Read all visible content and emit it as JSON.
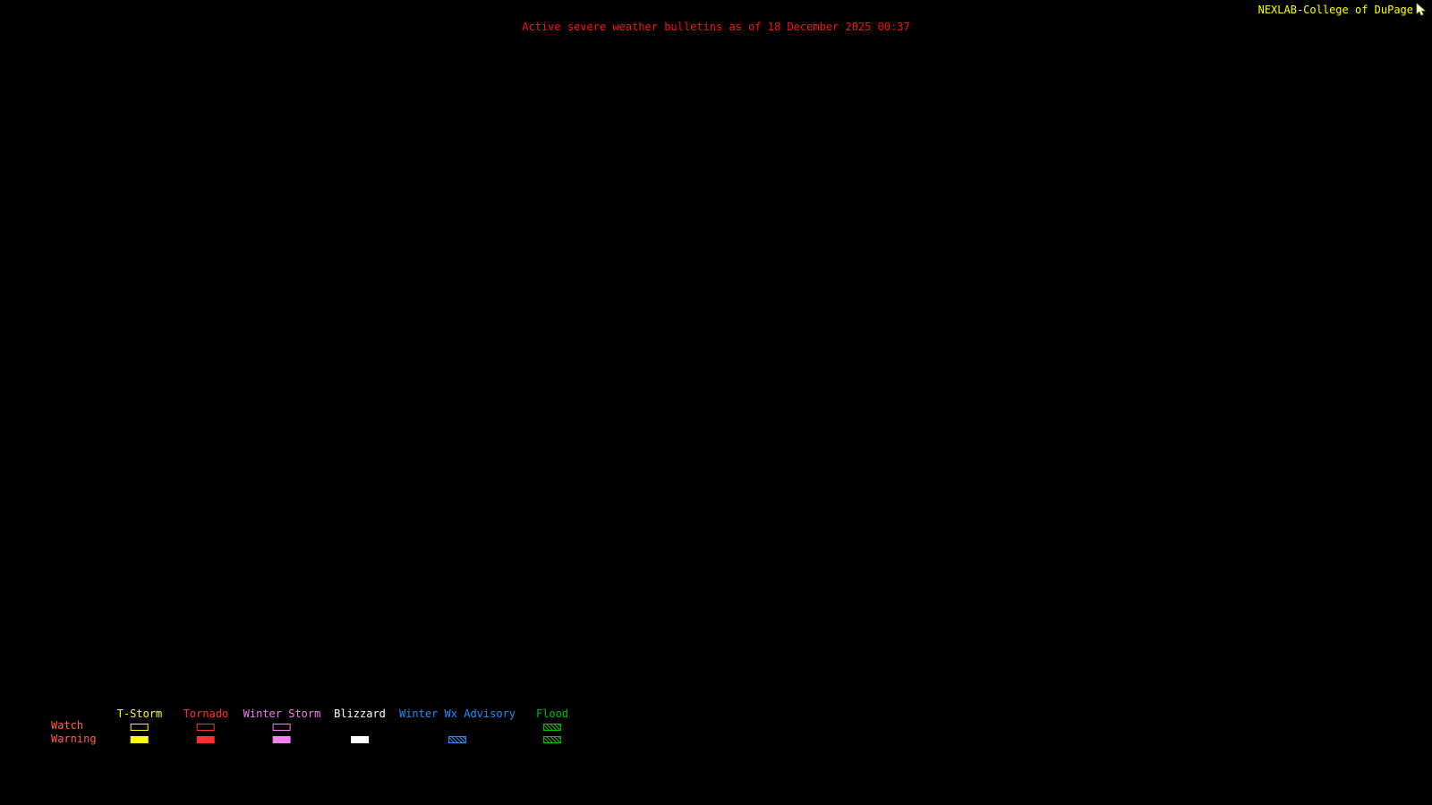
{
  "header": {
    "brand": "NEXLAB-College of DuPage",
    "brand_color": "#ffff00",
    "cursor_icon": "mouse-cursor"
  },
  "title": {
    "text": "Active severe weather bulletins as of 18 December 2025 00:37",
    "color": "#ff1111"
  },
  "legend": {
    "row_labels": {
      "watch": "Watch",
      "warning": "Warning",
      "color": "#ff6347"
    },
    "items": [
      {
        "label": "T-Storm",
        "color": "#ffff00",
        "watch": "outline",
        "warning": "fill"
      },
      {
        "label": "Tornado",
        "color": "#ff3030",
        "watch": "outline",
        "warning": "fill"
      },
      {
        "label": "Winter Storm",
        "color": "#ee82ee",
        "watch": "outline",
        "warning": "fill"
      },
      {
        "label": "Blizzard",
        "color": "#ffffff",
        "watch": "none",
        "warning": "fill"
      },
      {
        "label": "Winter Wx Advisory",
        "color": "#1e90ff",
        "watch": "none",
        "warning": "hatch"
      },
      {
        "label": "Flood",
        "color": "#00c000",
        "watch": "hatch",
        "warning": "hatch"
      }
    ]
  }
}
